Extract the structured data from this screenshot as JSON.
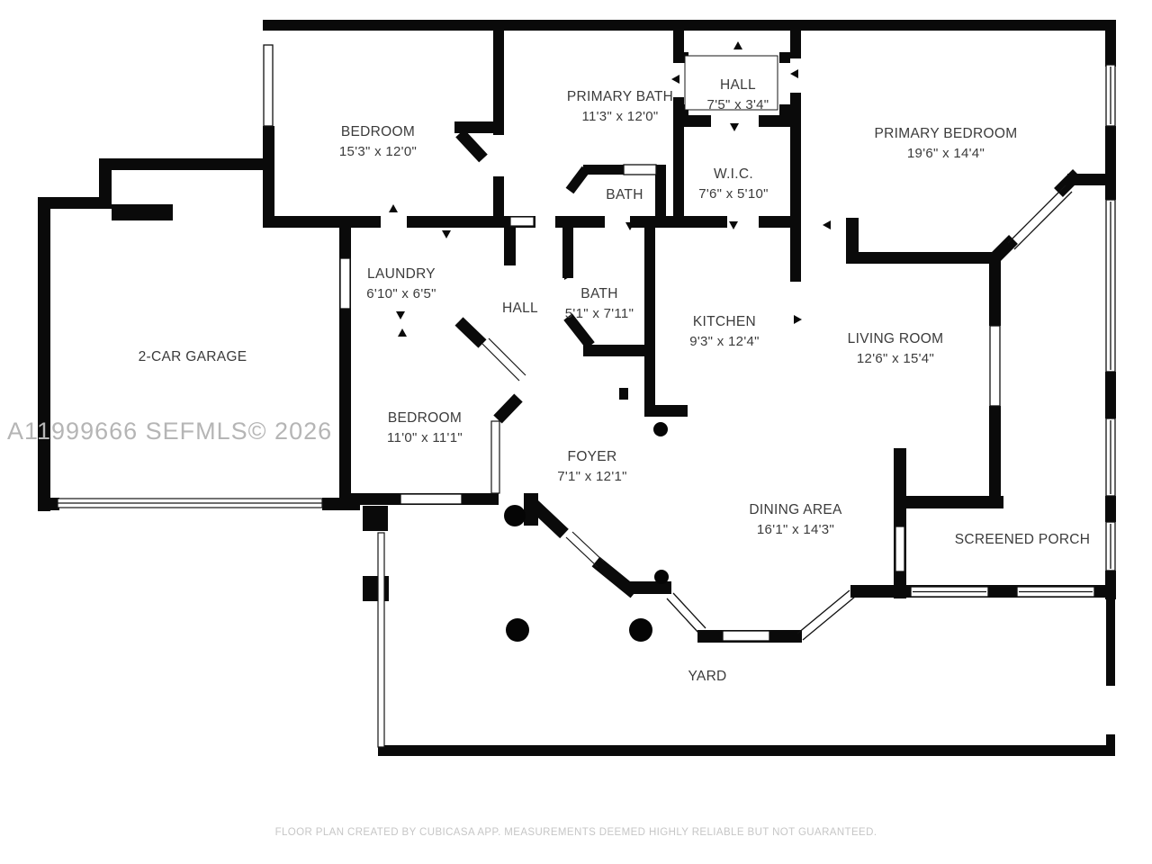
{
  "floorplan": {
    "rooms": [
      {
        "name": "BEDROOM",
        "dims": "15'3\" x 12'0\""
      },
      {
        "name": "PRIMARY BATH",
        "dims": "11'3\" x 12'0\""
      },
      {
        "name": "HALL",
        "dims": "7'5\" x 3'4\""
      },
      {
        "name": "PRIMARY BEDROOM",
        "dims": "19'6\" x 14'4\""
      },
      {
        "name": "BATH",
        "dims": ""
      },
      {
        "name": "W.I.C.",
        "dims": "7'6\" x 5'10\""
      },
      {
        "name": "LAUNDRY",
        "dims": "6'10\" x 6'5\""
      },
      {
        "name": "HALL",
        "dims": ""
      },
      {
        "name": "BATH",
        "dims": "5'1\" x 7'11\""
      },
      {
        "name": "KITCHEN",
        "dims": "9'3\" x 12'4\""
      },
      {
        "name": "LIVING ROOM",
        "dims": "12'6\" x 15'4\""
      },
      {
        "name": "2-CAR GARAGE",
        "dims": ""
      },
      {
        "name": "BEDROOM",
        "dims": "11'0\" x 11'1\""
      },
      {
        "name": "FOYER",
        "dims": "7'1\" x 12'1\""
      },
      {
        "name": "DINING AREA",
        "dims": "16'1\" x 14'3\""
      },
      {
        "name": "SCREENED PORCH",
        "dims": ""
      },
      {
        "name": "YARD",
        "dims": ""
      }
    ],
    "watermark": "A11999666  SEFMLS© 2026",
    "footer": "FLOOR PLAN CREATED BY CUBICASA APP. MEASUREMENTS DEEMED HIGHLY RELIABLE BUT NOT GUARANTEED.",
    "colors": {
      "wall": "#0a0a0a",
      "label": "#3b3b3b",
      "watermark": "#b5b5b5",
      "footer": "#c6c6c6",
      "background": "#ffffff"
    }
  }
}
